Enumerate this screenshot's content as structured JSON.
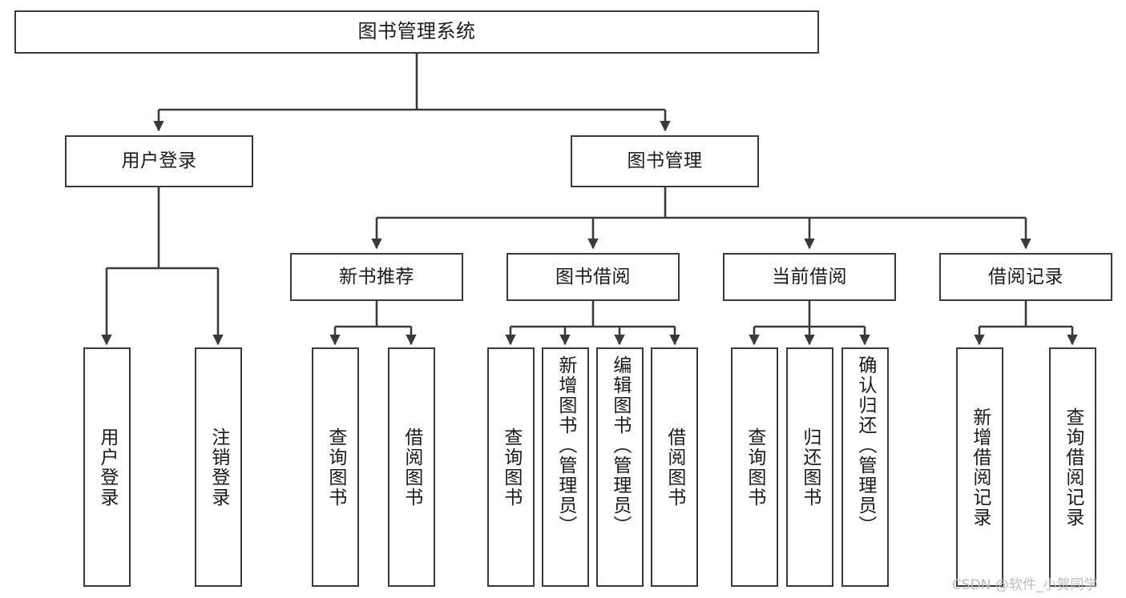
{
  "diagram": {
    "title": "图书管理系统",
    "type": "functional-structure-tree",
    "watermark": "CSDN @软件_小贺同学",
    "colors": {
      "background": "#ffffff",
      "box_border": "#3a3a3a",
      "box_fill": "#ffffff",
      "text": "#1a1a1a",
      "edge": "#3a3a3a",
      "watermark": "#bdbdbd"
    },
    "levels": {
      "root": {
        "label": "图书管理系统"
      },
      "level2": [
        {
          "id": "user-login",
          "label": "用户登录"
        },
        {
          "id": "book-management",
          "label": "图书管理"
        }
      ],
      "level3": [
        {
          "id": "new-book-recommend",
          "label": "新书推荐",
          "parent": "book-management"
        },
        {
          "id": "book-borrow",
          "label": "图书借阅",
          "parent": "book-management"
        },
        {
          "id": "current-borrow",
          "label": "当前借阅",
          "parent": "book-management"
        },
        {
          "id": "borrow-record",
          "label": "借阅记录",
          "parent": "book-management"
        }
      ],
      "leaves": [
        {
          "id": "leaf-user-login",
          "label": "用户登录",
          "parent": "user-login"
        },
        {
          "id": "leaf-logout-login",
          "label": "注销登录",
          "parent": "user-login"
        },
        {
          "id": "leaf-query-book-1",
          "label": "查询图书",
          "parent": "new-book-recommend"
        },
        {
          "id": "leaf-borrow-book-1",
          "label": "借阅图书",
          "parent": "new-book-recommend"
        },
        {
          "id": "leaf-query-book-2",
          "label": "查询图书",
          "parent": "book-borrow"
        },
        {
          "id": "leaf-add-book",
          "label": "新增图书（管理员）",
          "parent": "book-borrow"
        },
        {
          "id": "leaf-edit-book",
          "label": "编辑图书（管理员）",
          "parent": "book-borrow"
        },
        {
          "id": "leaf-borrow-book-2",
          "label": "借阅图书",
          "parent": "book-borrow"
        },
        {
          "id": "leaf-query-book-3",
          "label": "查询图书",
          "parent": "current-borrow"
        },
        {
          "id": "leaf-return-book",
          "label": "归还图书",
          "parent": "current-borrow"
        },
        {
          "id": "leaf-confirm-return",
          "label": "确认归还（管理员）",
          "parent": "current-borrow"
        },
        {
          "id": "leaf-add-record",
          "label": "新增借阅记录",
          "parent": "borrow-record"
        },
        {
          "id": "leaf-query-record",
          "label": "查询借阅记录",
          "parent": "borrow-record"
        }
      ]
    }
  }
}
